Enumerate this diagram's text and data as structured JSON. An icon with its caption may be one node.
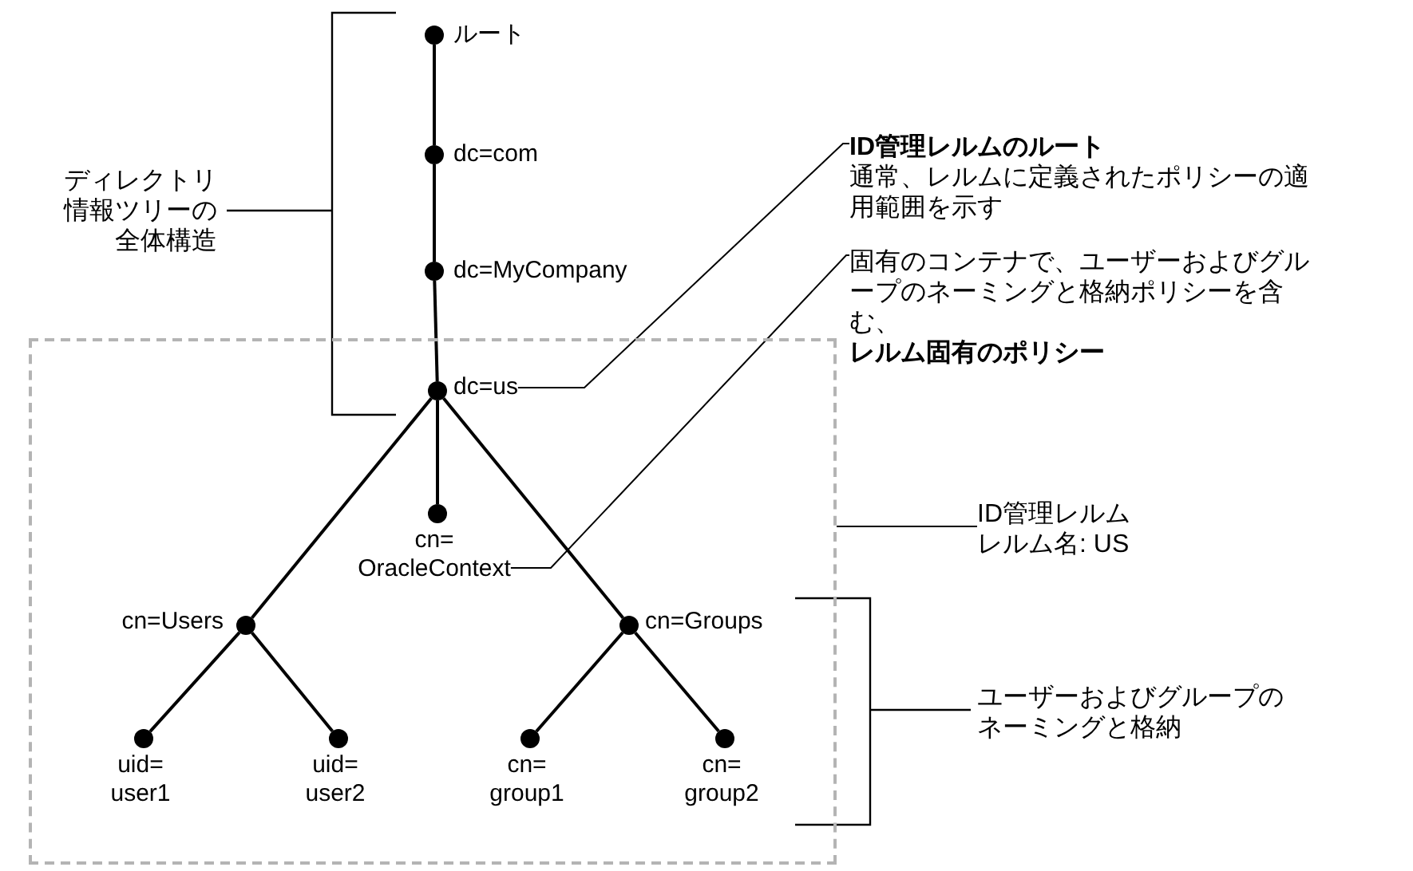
{
  "diagram": {
    "nodes": [
      {
        "text": [],
        "shape": "circle",
        "beside": [
          "ルート"
        ]
      },
      {
        "text": [],
        "shape": "circle",
        "beside": [
          "dc=com"
        ]
      },
      {
        "text": [],
        "shape": "circle",
        "beside": [
          "dc=MyCompany"
        ]
      },
      {
        "text": [],
        "shape": "box"
      },
      {
        "text": [],
        "shape": "circle",
        "beside": [
          "dc=us"
        ],
        "in": 3
      },
      {
        "text": [],
        "shape": "circle",
        "beside": [
          "cn= OracleContext"
        ],
        "in": 3
      },
      {
        "text": [],
        "shape": "circle",
        "beside": [
          "cn=Users"
        ],
        "in": 3
      },
      {
        "text": [],
        "shape": "circle",
        "beside": [
          "cn=Groups"
        ],
        "in": 3
      },
      {
        "text": [],
        "shape": "circle",
        "beside": [
          "uid= user1"
        ],
        "in": 3
      },
      {
        "text": [],
        "shape": "circle",
        "beside": [
          "uid= user2"
        ],
        "in": 3
      },
      {
        "text": [],
        "shape": "circle",
        "beside": [
          "cn= group1"
        ],
        "in": 3
      },
      {
        "text": [],
        "shape": "circle",
        "beside": [
          "cn= group2"
        ],
        "in": 3
      },
      {
        "text": [
          "ID管理レルムのルート",
          "通常、レルムに定義されたポリシーの適用範囲を示す"
        ]
      },
      {
        "text": [
          "固有のコンテナで、ユーザーおよびグループのネーミングと格納ポリシーを含む、**レルム固有のポリシー**"
        ]
      },
      {
        "text": [
          "ID管理レルム",
          "レルム名: US"
        ]
      }
    ],
    "edges": [
      {
        "from": 0,
        "to": 1,
        "arrow": "none"
      },
      {
        "from": 1,
        "to": 2,
        "arrow": "none"
      },
      {
        "from": 2,
        "to": 4,
        "arrow": "none"
      },
      {
        "from": 4,
        "to": 5,
        "arrow": "none"
      },
      {
        "from": 4,
        "to": 6,
        "arrow": "none"
      },
      {
        "from": 4,
        "to": 7,
        "arrow": "none"
      },
      {
        "from": 6,
        "to": 8,
        "arrow": "none"
      },
      {
        "from": 6,
        "to": 9,
        "arrow": "none"
      },
      {
        "from": 7,
        "to": 10,
        "arrow": "none"
      },
      {
        "from": 7,
        "to": 11,
        "arrow": "none"
      },
      {
        "from": 12,
        "to": 4,
        "arrow": "none"
      },
      {
        "from": 13,
        "to": 5,
        "arrow": "none"
      },
      {
        "from": 14,
        "to": 3,
        "arrow": "none"
      }
    ],
    "labels": [
      "ディレクトリ情報ツリーの全体構造",
      "ユーザーおよびグループのネーミングと格納"
    ]
  }
}
